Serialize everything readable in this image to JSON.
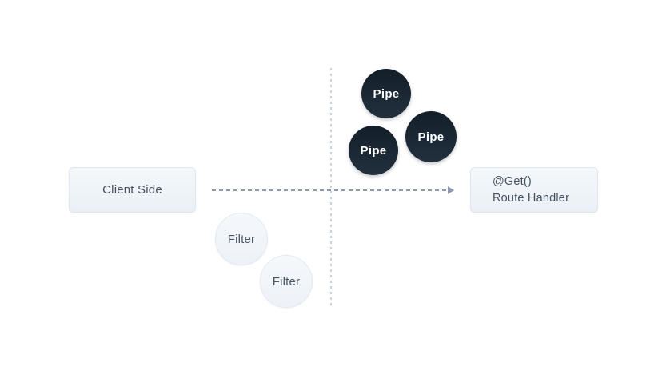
{
  "colors": {
    "background": "#ffffff",
    "node_light_bg": "#eef3f8",
    "node_light_border": "#dfe6ee",
    "node_dark_bg": "#18242f",
    "text_dark": "#47525f",
    "text_light": "#ffffff",
    "arrow_line": "#8d9aab",
    "guide_line": "#c9d1da"
  },
  "nodes": {
    "client": {
      "label": "Client Side"
    },
    "route_handler": {
      "decorator": "@Get()",
      "label": "Route Handler"
    },
    "pipes": [
      {
        "label": "Pipe"
      },
      {
        "label": "Pipe"
      },
      {
        "label": "Pipe"
      }
    ],
    "filters": [
      {
        "label": "Filter"
      },
      {
        "label": "Filter"
      }
    ]
  }
}
